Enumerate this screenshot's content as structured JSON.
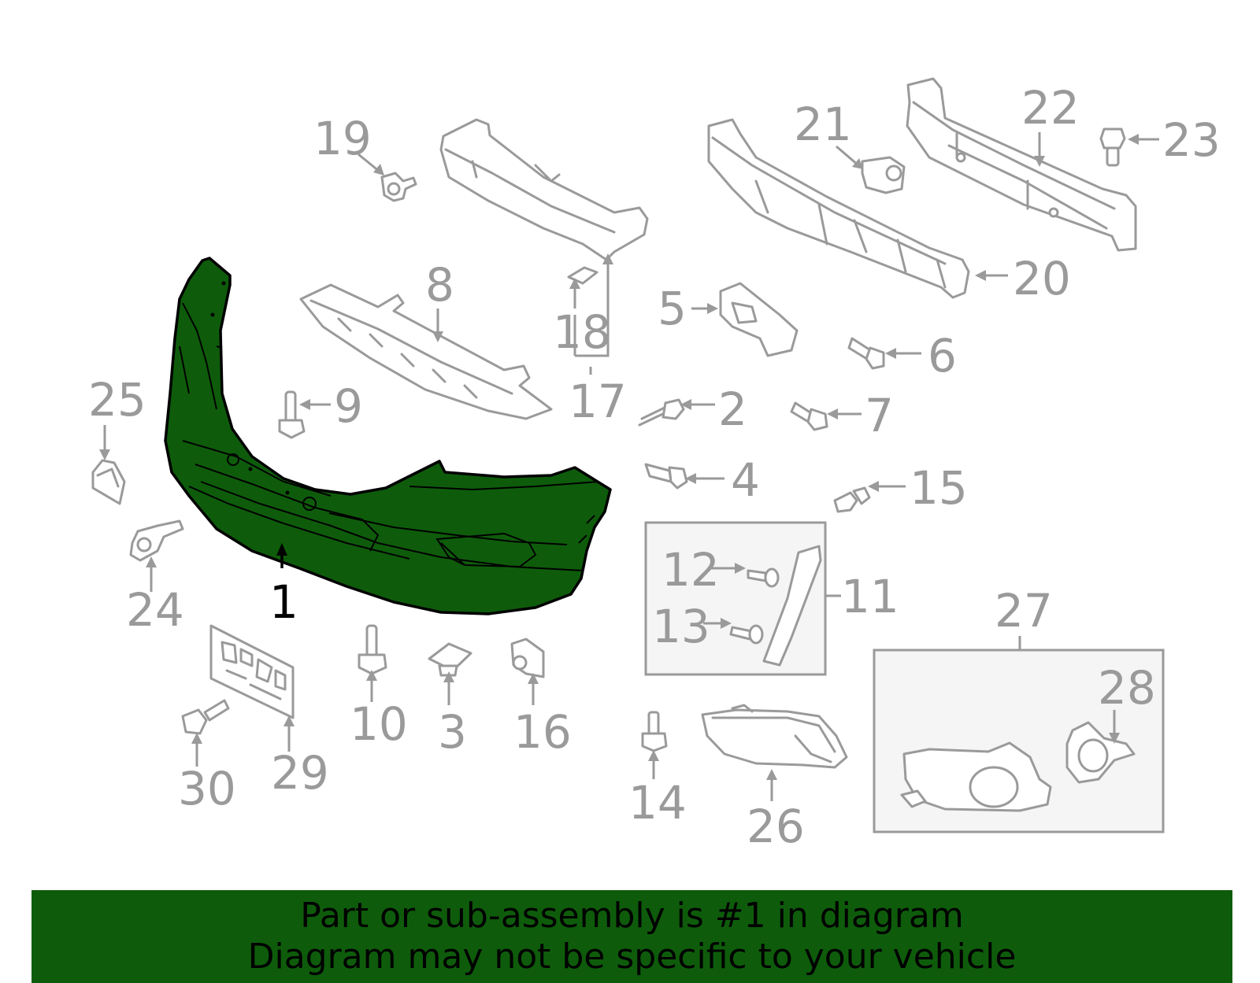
{
  "diagram": {
    "highlight_color": "#0e5c0b",
    "part_outline_color": "#9a9a9a",
    "callouts": {
      "c1": "1",
      "c2": "2",
      "c3": "3",
      "c4": "4",
      "c5": "5",
      "c6": "6",
      "c7": "7",
      "c8": "8",
      "c9": "9",
      "c10": "10",
      "c11": "11",
      "c12": "12",
      "c13": "13",
      "c14": "14",
      "c15": "15",
      "c16": "16",
      "c17": "17",
      "c18": "18",
      "c19": "19",
      "c20": "20",
      "c21": "21",
      "c22": "22",
      "c23": "23",
      "c24": "24",
      "c25": "25",
      "c26": "26",
      "c27": "27",
      "c28": "28",
      "c29": "29",
      "c30": "30"
    },
    "highlighted_callout": "1"
  },
  "banner": {
    "line1": "Part or sub-assembly is #1 in diagram",
    "line2": "Diagram may not be specific to your vehicle"
  }
}
